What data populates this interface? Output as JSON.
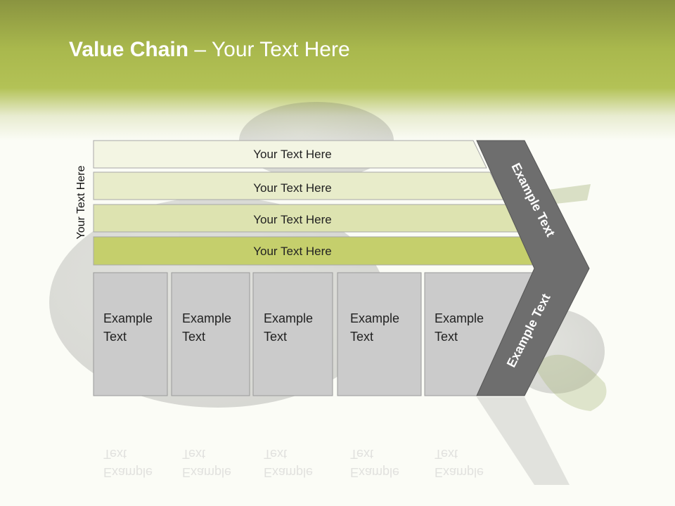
{
  "title": {
    "bold": "Value Chain",
    "rest": " – Your Text Here"
  },
  "side_label": "Your Text Here",
  "bars": [
    {
      "label": "Your Text Here",
      "color": "#f3f5e3"
    },
    {
      "label": "Your Text Here",
      "color": "#e8ecca"
    },
    {
      "label": "Your Text Here",
      "color": "#dde3b0"
    },
    {
      "label": "Your Text Here",
      "color": "#c5cf6c"
    }
  ],
  "columns": [
    {
      "text": "Example\nText"
    },
    {
      "text": "Example\nText"
    },
    {
      "text": "Example\nText"
    },
    {
      "text": "Example\nText"
    },
    {
      "text": "Example\nText"
    }
  ],
  "arrow": {
    "upper": "Example Text",
    "lower": "Example Text",
    "color": "#6e6e6e"
  },
  "colors": {
    "column_fill": "#cbcbcb",
    "column_stroke": "#9a9a9a",
    "accent": "#b3c256"
  }
}
